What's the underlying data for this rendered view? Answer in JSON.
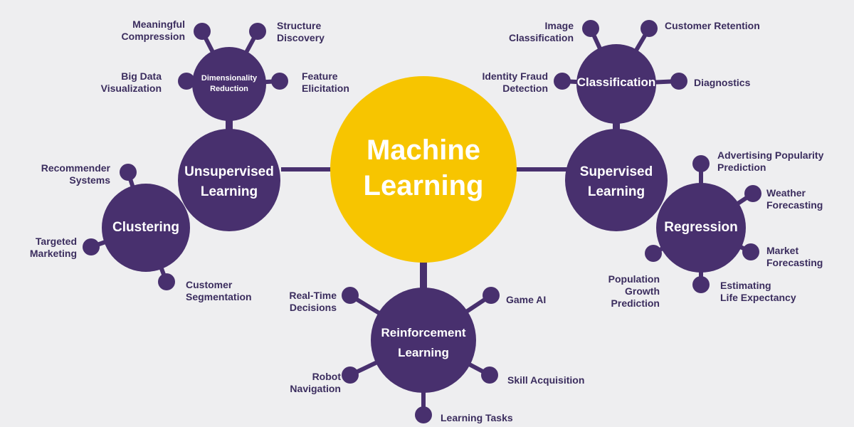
{
  "colors": {
    "primary": "#48306e",
    "accent": "#f7c500",
    "accent_text": "#ffffff",
    "label_text": "#3b2d5e",
    "background": "#eeeef0"
  },
  "center": {
    "title": "Machine\nLearning"
  },
  "hubs": {
    "unsupervised": "Unsupervised\nLearning",
    "supervised": "Supervised\nLearning",
    "reinforcement": "Reinforcement\nLearning",
    "dimensionality": "Dimensionality\nReduction",
    "clustering": "Clustering",
    "classification": "Classification",
    "regression": "Regression"
  },
  "leaves": {
    "meaningful_compression": "Meaningful\nCompression",
    "structure_discovery": "Structure\nDiscovery",
    "big_data_visualization": "Big Data\nVisualization",
    "feature_elicitation": "Feature\nElicitation",
    "recommender_systems": "Recommender\nSystems",
    "targeted_marketing": "Targeted\nMarketing",
    "customer_segmentation": "Customer\nSegmentation",
    "image_classification": "Image\nClassification",
    "customer_retention": "Customer Retention",
    "identity_fraud_detection": "Identity Fraud\nDetection",
    "diagnostics": "Diagnostics",
    "advertising_popularity_prediction": "Advertising Popularity\nPrediction",
    "weather_forecasting": "Weather\nForecasting",
    "market_forecasting": "Market\nForecasting",
    "estimating_life_expectancy": "Estimating\nLife Expectancy",
    "population_growth_prediction": "Population\nGrowth\nPrediction",
    "real_time_decisions": "Real-Time\nDecisions",
    "game_ai": "Game AI",
    "robot_navigation": "Robot\nNavigation",
    "skill_acquisition": "Skill Acquisition",
    "learning_tasks": "Learning Tasks"
  }
}
